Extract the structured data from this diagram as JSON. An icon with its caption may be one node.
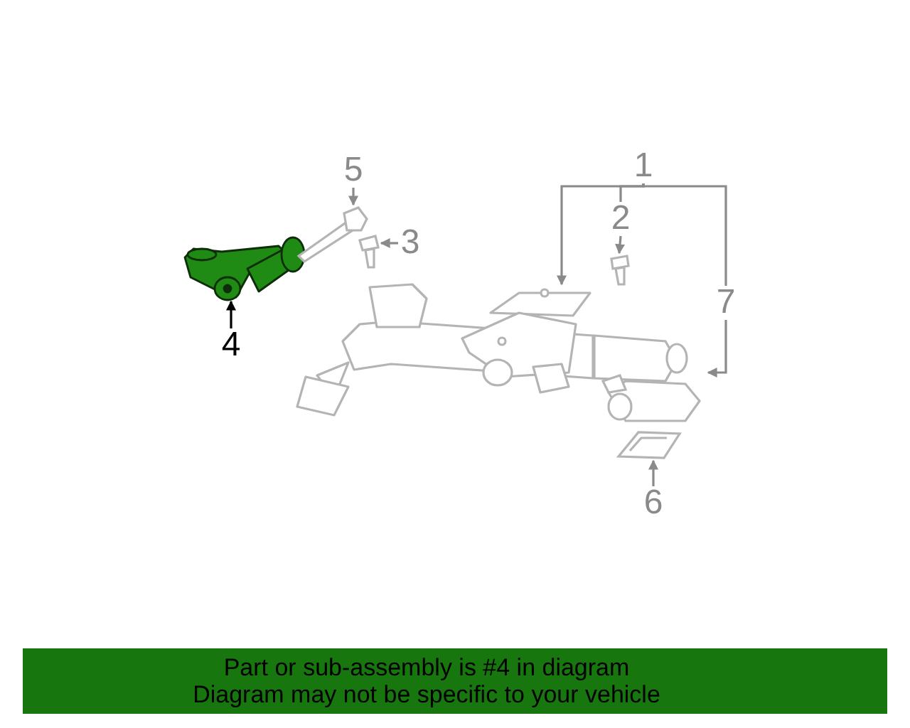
{
  "diagram": {
    "nodes": [
      {
        "text": [
          "1"
        ]
      },
      {
        "text": [
          "2"
        ]
      },
      {
        "text": [
          "3"
        ]
      },
      {
        "text": [
          "4"
        ]
      },
      {
        "text": [
          "5"
        ]
      },
      {
        "text": [
          "6"
        ]
      },
      {
        "text": [
          "7"
        ]
      },
      {
        "text": [],
        "shape": "picture"
      },
      {
        "text": [],
        "shape": "picture"
      },
      {
        "text": [],
        "shape": "picture"
      },
      {
        "text": [],
        "shape": "picture"
      },
      {
        "text": [],
        "shape": "picture"
      },
      {
        "text": [],
        "shape": "picture"
      },
      {
        "text": [],
        "shape": "picture"
      },
      {
        "text": [
          "Part or sub-assembly is #4 in diagram",
          "Diagram may not be specific to your vehicle"
        ]
      }
    ],
    "edges": [
      {
        "from": 0,
        "to": 7,
        "arrow": "to"
      },
      {
        "from": 0,
        "to": 1,
        "arrow": "none"
      },
      {
        "from": 1,
        "to": 8,
        "arrow": "to"
      },
      {
        "from": 0,
        "to": 6,
        "arrow": "none"
      },
      {
        "from": 6,
        "to": 13,
        "arrow": "to"
      },
      {
        "from": 2,
        "to": 9,
        "arrow": "to"
      },
      {
        "from": 3,
        "to": 10,
        "arrow": "to",
        "color": "#000000"
      },
      {
        "from": 4,
        "to": 11,
        "arrow": "to"
      },
      {
        "from": 5,
        "to": 12,
        "arrow": "to"
      }
    ]
  }
}
